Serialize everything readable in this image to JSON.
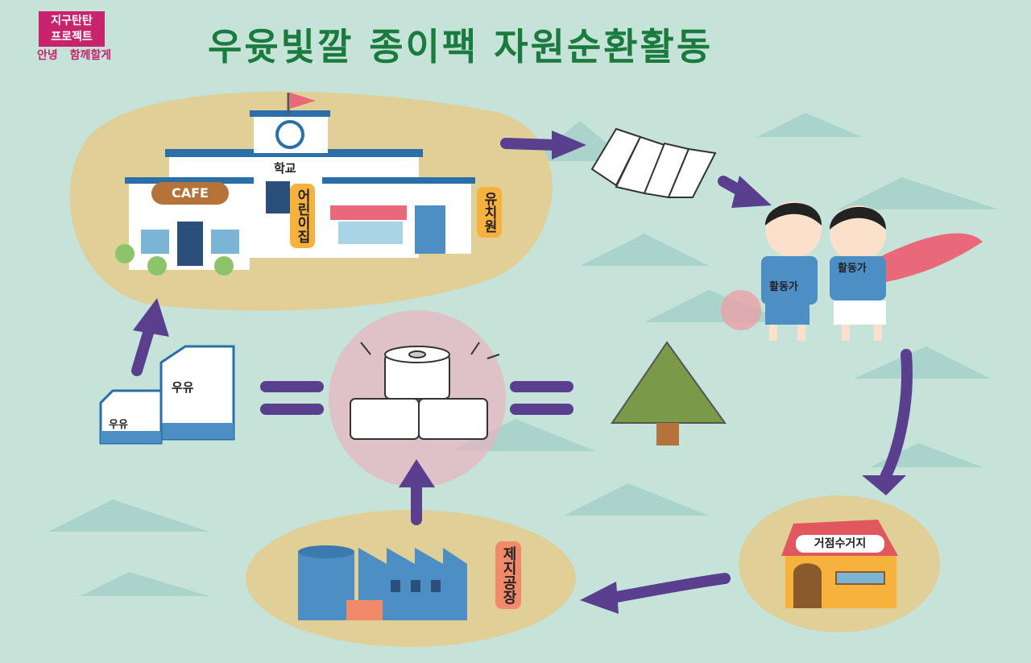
{
  "title": "우윳빛깔 종이팩 자원순환활동",
  "logo": {
    "line1": "지구탄탄",
    "line2": "프로젝트",
    "sub_left": "안녕",
    "sub_right": "함께할게"
  },
  "school": {
    "label": "학교",
    "cafe": "CAFE",
    "daycare": "어린이집",
    "kindergarten": "유치원"
  },
  "activists": {
    "left": "활동가",
    "right": "활동가"
  },
  "milk": {
    "small": "우유",
    "large": "우유"
  },
  "factory": {
    "label": "제지공장"
  },
  "collection": {
    "label": "거점수거지"
  },
  "colors": {
    "background": "#c5e3d8",
    "title": "#1b7a3e",
    "arrow": "#5b3f8f",
    "blob": "#e0cf97",
    "brand": "#c8246d"
  }
}
